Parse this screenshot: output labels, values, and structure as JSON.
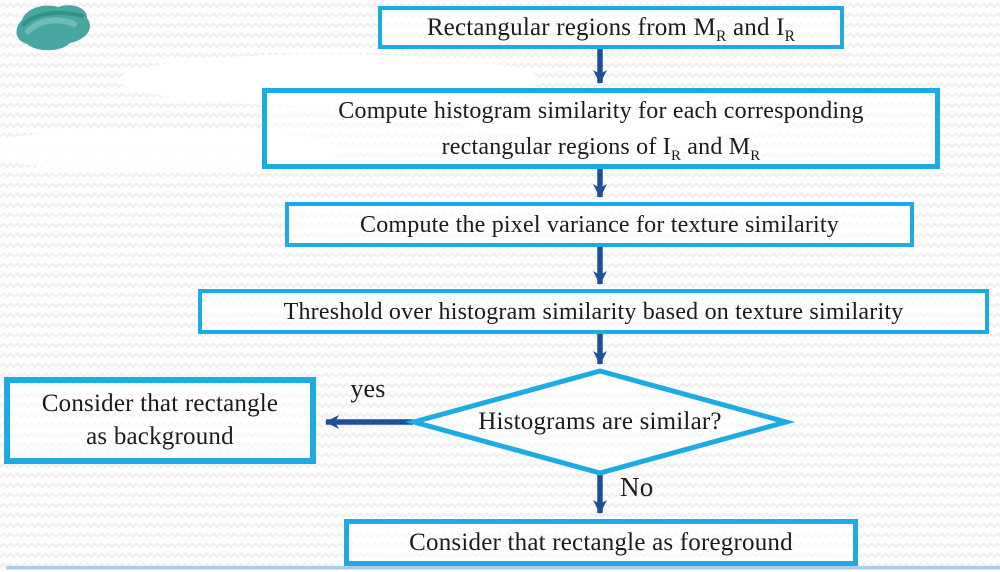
{
  "colors": {
    "accent_cyan": "#1CACE3",
    "arrow_navy": "#1D5096",
    "text": "#1b1b1b",
    "bottom_rule_blue": "#AECDE8",
    "corner_smudge_teal": "#2E9C94",
    "background_pattern": "#EFEFEF"
  },
  "flowchart": {
    "step1": {
      "pre": "Rectangular regions from M",
      "sub1": "R",
      "mid": " and I",
      "sub2": "R"
    },
    "step2": {
      "line1": "Compute histogram similarity for each corresponding",
      "line2_pre": "rectangular regions of I",
      "sub1": "R",
      "line2_mid": " and M",
      "sub2": "R"
    },
    "step3": {
      "text": "Compute the pixel variance for texture similarity"
    },
    "step4": {
      "text": "Threshold over histogram similarity based on texture similarity"
    },
    "decision": {
      "text": "Histograms are similar?"
    },
    "branch_yes": {
      "label": "yes"
    },
    "branch_no": {
      "label": "No"
    },
    "result_background": {
      "line1": "Consider that rectangle",
      "line2": "as background"
    },
    "result_foreground": {
      "text": "Consider that rectangle as foreground"
    }
  }
}
